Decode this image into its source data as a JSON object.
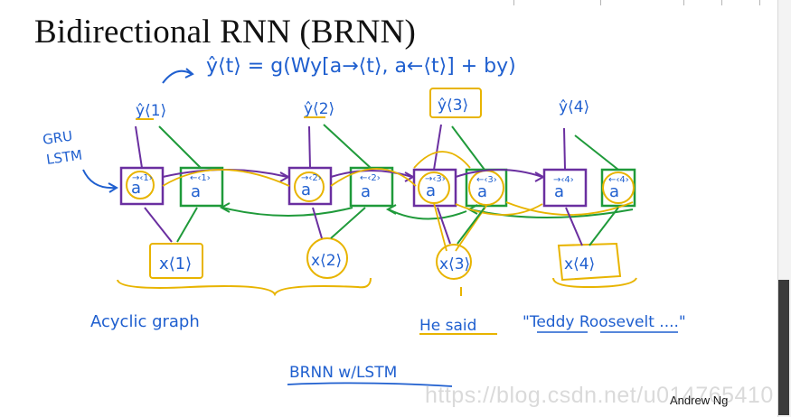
{
  "title": "Bidirectional RNN (BRNN)",
  "credit": "Andrew Ng",
  "watermark": "https://blog.csdn.net/u014765410",
  "colors": {
    "forward_ink": "#6a2fa0",
    "backward_ink": "#1f9a3a",
    "highlight_ink": "#e8b400",
    "annotation_ink": "#2a6fd0"
  },
  "handwriting": {
    "formula": "ŷ⟨t⟩ = g(Wy[a→⟨t⟩, a←⟨t⟩] + by)",
    "gru_label_line1": "GRU",
    "gru_label_line2": "LSTM",
    "outputs": [
      "ŷ⟨1⟩",
      "ŷ⟨2⟩",
      "ŷ⟨3⟩",
      "ŷ⟨4⟩"
    ],
    "inputs": [
      "x⟨1⟩",
      "x⟨2⟩",
      "x⟨3⟩",
      "x⟨4⟩"
    ],
    "acyclic": "Acyclic graph",
    "he_said": "He said",
    "teddy": "\"Teddy Roosevelt ....\"",
    "brnn_lstm": "BRNN w/LSTM"
  }
}
